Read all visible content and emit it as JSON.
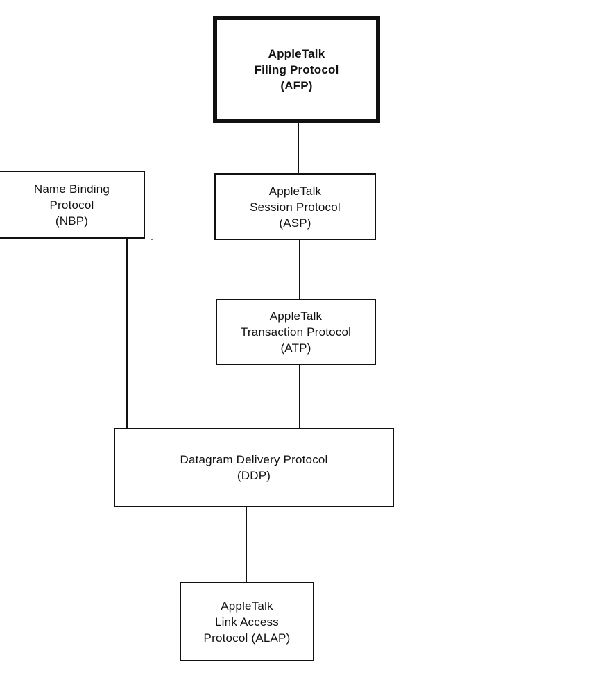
{
  "diagram": {
    "afp": {
      "lines": [
        "AppleTalk",
        "Filing Protocol",
        "(AFP)"
      ]
    },
    "nbp": {
      "lines": [
        "Name Binding",
        "Protocol",
        "(NBP)"
      ]
    },
    "asp": {
      "lines": [
        "AppleTalk",
        "Session Protocol",
        "(ASP)"
      ]
    },
    "atp": {
      "lines": [
        "AppleTalk",
        "Transaction Protocol",
        "(ATP)"
      ]
    },
    "ddp": {
      "lines": [
        "Datagram Delivery Protocol",
        "(DDP)"
      ]
    },
    "alap": {
      "lines": [
        "AppleTalk",
        "Link Access",
        "Protocol (ALAP)"
      ]
    }
  }
}
